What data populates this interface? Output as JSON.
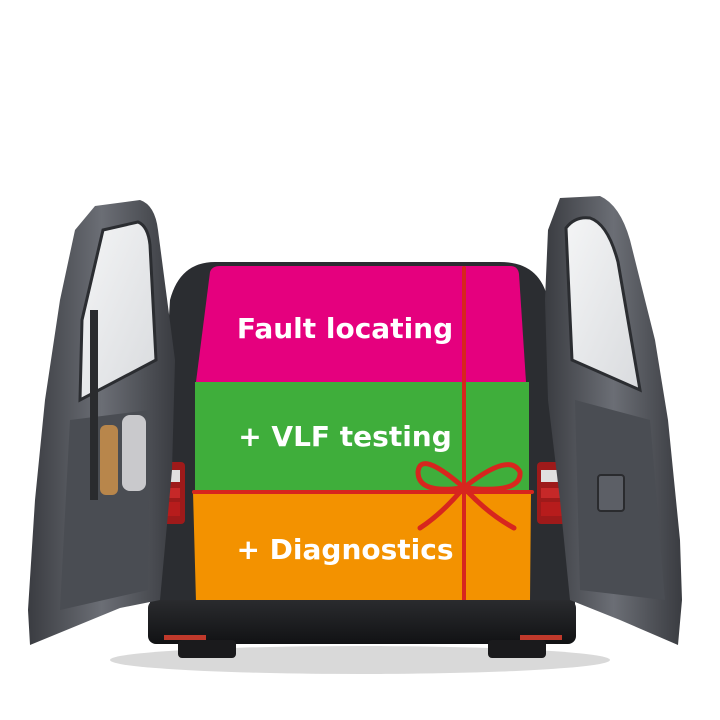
{
  "labels": {
    "fault_locating": "Fault locating",
    "vlf_testing": "+ VLF testing",
    "diagnostics": "+ Diagnostics"
  },
  "colors": {
    "magenta_band": "#e5007e",
    "green_band": "#3fae3b",
    "orange_band": "#f39200",
    "ribbon": "#d7261e",
    "van_body": "#2b2d31",
    "door_inner": "#4a4d53"
  }
}
